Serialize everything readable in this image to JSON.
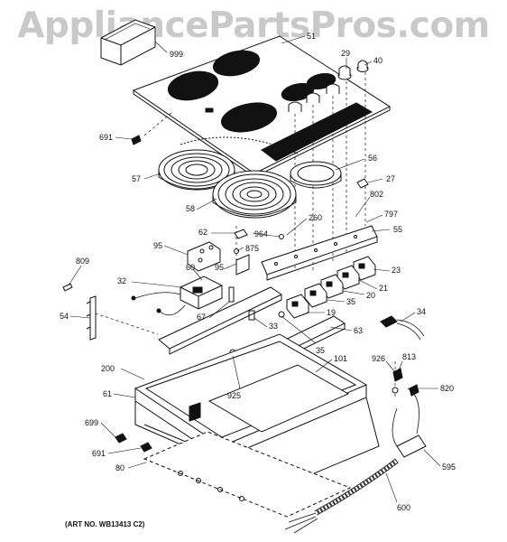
{
  "watermark": "AppliancePartsPros.com",
  "art_number": "(ART NO. WB13413 C2)",
  "callouts": {
    "c999": "999",
    "c51": "51",
    "c29": "29",
    "c40": "40",
    "c691a": "691",
    "c56": "56",
    "c27": "27",
    "c57": "57",
    "c802": "802",
    "c58": "58",
    "c260": "260",
    "c797": "797",
    "c55": "55",
    "c62": "62",
    "c964": "964",
    "c95a": "95",
    "c875": "875",
    "c809": "809",
    "c60": "60",
    "c95b": "95",
    "c23": "23",
    "c32": "32",
    "c21": "21",
    "c20": "20",
    "c35a": "35",
    "c54": "54",
    "c67": "67",
    "c19": "19",
    "c33": "33",
    "c34": "34",
    "c63": "63",
    "c35b": "35",
    "c101": "101",
    "c926": "926",
    "c813": "813",
    "c200": "200",
    "c925": "925",
    "c820": "820",
    "c61": "61",
    "c699": "699",
    "c691b": "691",
    "c595": "595",
    "c80": "80",
    "c600": "600"
  }
}
